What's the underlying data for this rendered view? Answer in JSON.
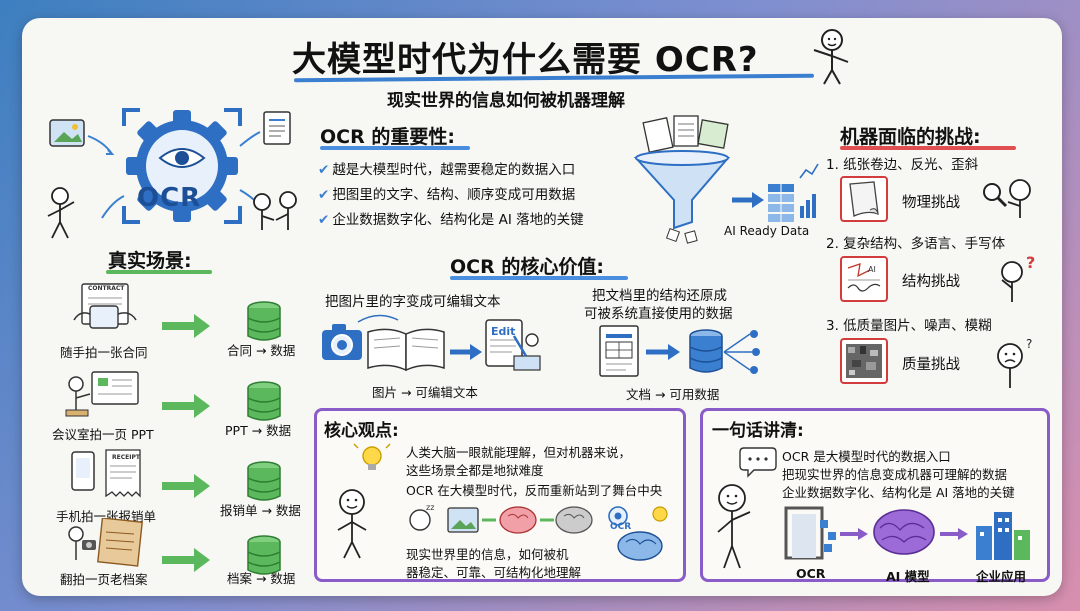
{
  "title": "大模型时代为什么需要 OCR?",
  "subtitle": "现实世界的信息如何被机器理解",
  "ocr_logo": "OCR",
  "importance": {
    "heading": "OCR 的重要性:",
    "points": [
      "越是大模型时代，越需要稳定的数据入口",
      "把图里的文字、结构、顺序变成可用数据",
      "企业数据数字化、结构化是 AI 落地的关键"
    ],
    "ai_ready_label": "AI Ready Data"
  },
  "challenges": {
    "heading": "机器面临的挑战:",
    "items": [
      {
        "title": "1. 纸张卷边、反光、歪斜",
        "label": "物理挑战"
      },
      {
        "title": "2. 复杂结构、多语言、手写体",
        "label": "结构挑战"
      },
      {
        "title": "3. 低质量图片、噪声、模糊",
        "label": "质量挑战"
      }
    ]
  },
  "scenes": {
    "heading": "真实场景:",
    "items": [
      {
        "caption": "随手拍一张合同",
        "result": "合同 → 数据",
        "doc_label": "CONTRACT"
      },
      {
        "caption": "会议室拍一页 PPT",
        "result": "PPT → 数据",
        "doc_label": ""
      },
      {
        "caption": "手机拍一张报销单",
        "result": "报销单 → 数据",
        "doc_label": "RECEIPT"
      },
      {
        "caption": "翻拍一页老档案",
        "result": "档案 → 数据",
        "doc_label": ""
      }
    ]
  },
  "core_value": {
    "heading": "OCR 的核心价值:",
    "left_title": "把图片里的字变成可编辑文本",
    "left_caption": "图片 → 可编辑文本",
    "edit_label": "Edit",
    "right_title_1": "把文档里的结构还原成",
    "right_title_2": "可被系统直接使用的数据",
    "right_caption": "文档 → 可用数据"
  },
  "key_view": {
    "heading": "核心观点:",
    "line1": "人类大脑一眼就能理解，但对机器来说，",
    "line2": "这些场景全都是地狱难度",
    "line3": "OCR 在大模型时代，反而重新站到了舞台中央",
    "line4": "现实世界里的信息，如何被机",
    "line5": "器稳定、可靠、可结构化地理解",
    "ocr_tag": "OCR"
  },
  "summary": {
    "heading": "一句话讲清:",
    "line1": "OCR 是大模型时代的数据入口",
    "line2": "把现实世界的信息变成机器可理解的数据",
    "line3": "企业数据数字化、结构化是 AI 落地的关键",
    "flow": [
      "OCR",
      "AI 模型",
      "企业应用"
    ]
  },
  "colors": {
    "accent_blue": "#3a7fd0",
    "green": "#5cb85c",
    "purple": "#8a5cc8",
    "red": "#e05050"
  }
}
